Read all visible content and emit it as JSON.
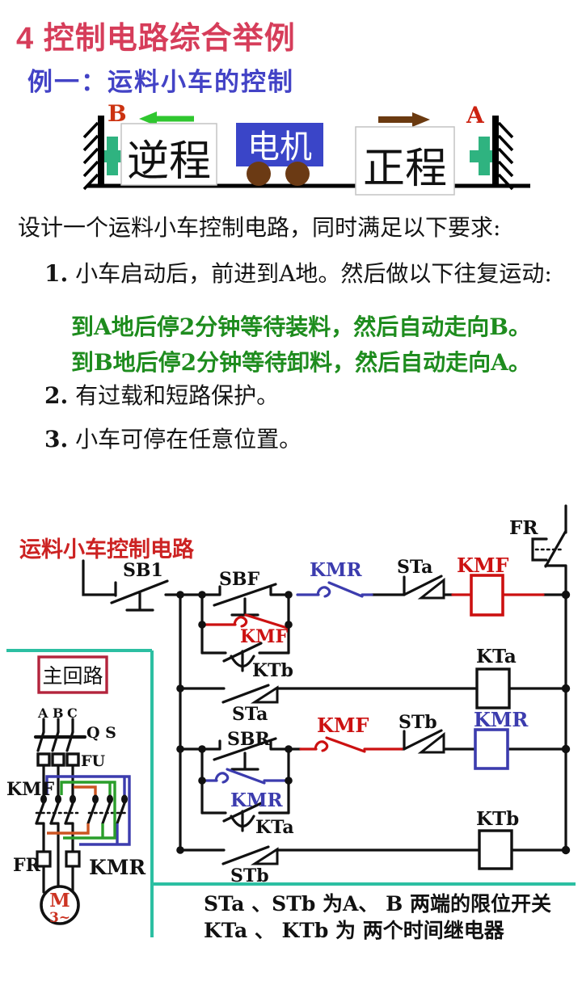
{
  "title": "4  控制电路综合举例",
  "subtitle": "例一：运料小车的控制",
  "cart": {
    "left_terminal": "B",
    "right_terminal": "A",
    "reverse_label": "逆程",
    "motor_label": "电机",
    "forward_label": "正程"
  },
  "requirements": {
    "intro": "设计一个运料小车控制电路，同时满足以下要求:",
    "item1_num": "1.",
    "item1_text": " 小车启动后，前进到A地。然后做以下往复运动:",
    "green1": "到A地后停2分钟等待装料，然后自动走向B。",
    "green2": "到B地后停2分钟等待卸料，然后自动走向A。",
    "item2_num": "2.",
    "item2_text": " 有过载和短路保护。",
    "item3_num": "3.",
    "item3_text": " 小车可停在任意位置。"
  },
  "circuit": {
    "title": "运料小车控制电路",
    "main_circuit_label": "主回路",
    "phase_labels": [
      "A",
      "B",
      "C"
    ],
    "labels": {
      "fr": "FR",
      "sb1": "SB1",
      "sbf": "SBF",
      "sbr": "SBR",
      "kmf": "KMF",
      "kmr": "KMR",
      "sta": "STa",
      "stb": "STb",
      "kta": "KTa",
      "ktb": "KTb",
      "qs": "Q S",
      "fu": "FU",
      "motor": "M",
      "motor_phase": "3~"
    },
    "caption_line1": "STa 、STb 为A、 B 两端的限位开关",
    "caption_line2": "KTa 、 KTb 为 两个时间继电器"
  },
  "colors": {
    "title_red": "#d63d5a",
    "subtitle_blue": "#4343c6",
    "green_text": "#1e8c1e",
    "circuit_title_red": "#cc2222",
    "kmf_red": "#cc1111",
    "kmr_blue": "#3c3cae",
    "teal_line": "#2cbfa2",
    "main_box_red": "#b3243c",
    "motor_box_blue": "#3a45c8",
    "wheel_brown": "#6b3a14",
    "bumper_green": "#2fb380",
    "arrow_green": "#2fc72f",
    "arrow_brown": "#6b3a10"
  }
}
